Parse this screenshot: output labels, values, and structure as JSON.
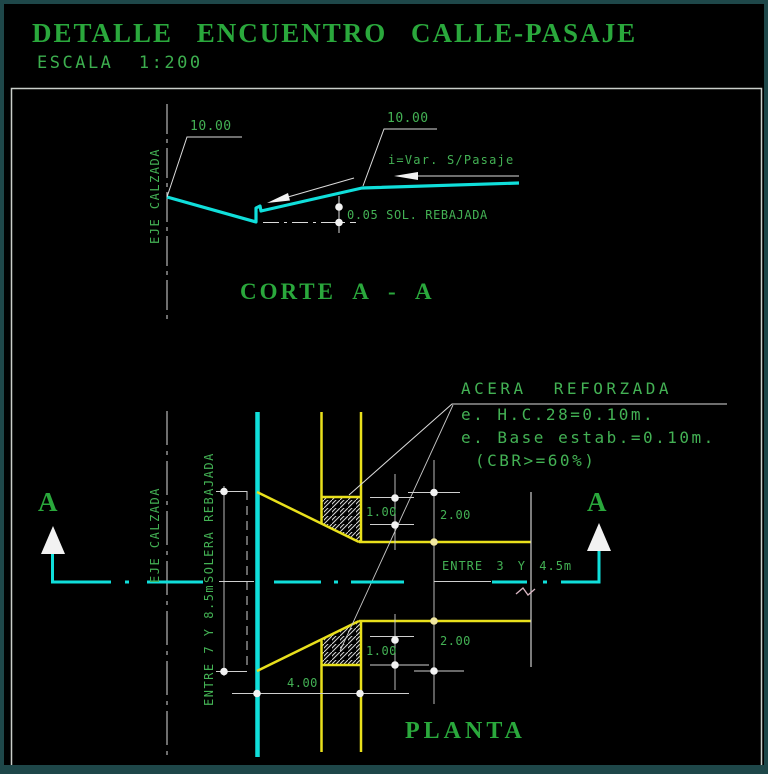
{
  "title": {
    "main": "DETALLE ENCUENTRO CALLE-PASAJE",
    "scale": "ESCALA  1:200"
  },
  "corte": {
    "heading": "CORTE  A  -  A",
    "axis_label": "EJE CALZADA",
    "dim_left": "10.00",
    "dim_right": "10.00",
    "slope_label": "i=Var. S/Pasaje",
    "solera_note": "0.05 SOL. REBAJADA"
  },
  "planta": {
    "heading": "PLANTA",
    "axis_label": "EJE CALZADA",
    "solera_label": "SOLERA REBAJADA",
    "solera_range": "ENTRE 7 Y 8.5m",
    "pasaje_range": "ENTRE 3 Y 4.5m",
    "marker_left": "A",
    "marker_right": "A",
    "dim_top_1": "1.00",
    "dim_top_2": "2.00",
    "dim_bottom_1": "1.00",
    "dim_bottom_2": "2.00",
    "dim_width": "4.00"
  },
  "annotation": {
    "title": "ACERA REFORZADA",
    "line1": "e. H.C.28=0.10m.",
    "line2": "e. Base estab.=0.10m.",
    "line3": "(CBR>=60%)"
  },
  "colors": {
    "background": "#000000",
    "border_teal": "#1e4749",
    "frame_gray": "#c9cec9",
    "text_green": "#43b154",
    "heading_green": "#2aa83c",
    "profile_cyan": "#10dfdb",
    "pasaje_yellow": "#e9e01c",
    "line_white": "#dcdcdc"
  }
}
